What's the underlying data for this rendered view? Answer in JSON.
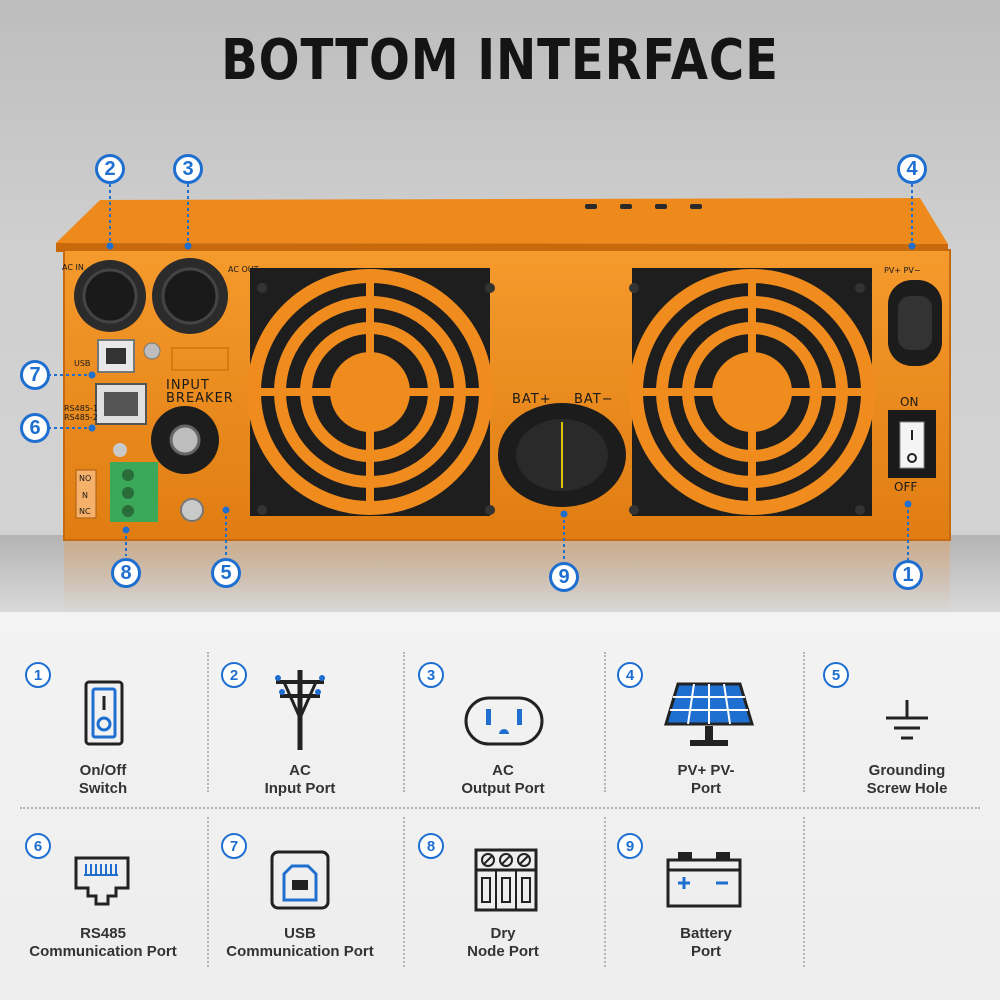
{
  "title": "BOTTOM INTERFACE",
  "device_labels": {
    "ac_in": "AC IN",
    "ac_out": "AC OUT",
    "usb": "USB",
    "rs485_1": "RS485-1",
    "rs485_2": "RS485-2",
    "input_breaker_line1": "INPUT",
    "input_breaker_line2": "BREAKER",
    "no": "NO",
    "n": "N",
    "nc": "NC",
    "bat_plus": "BAT+",
    "bat_minus": "BAT−",
    "pv": "PV+  PV−",
    "on": "ON",
    "off": "OFF"
  },
  "callouts": [
    "1",
    "2",
    "3",
    "4",
    "5",
    "6",
    "7",
    "8",
    "9"
  ],
  "colors": {
    "accent": "#1f6fd1",
    "device_orange": "#f08c1e",
    "title": "#141414"
  },
  "legend": [
    {
      "num": "1",
      "icon": "switch-icon",
      "line1": "On/Off",
      "line2": "Switch"
    },
    {
      "num": "2",
      "icon": "power-pole-icon",
      "line1": "AC",
      "line2": "Input Port"
    },
    {
      "num": "3",
      "icon": "outlet-icon",
      "line1": "AC",
      "line2": "Output Port"
    },
    {
      "num": "4",
      "icon": "solar-panel-icon",
      "line1": "PV+ PV-",
      "line2": "Port"
    },
    {
      "num": "5",
      "icon": "ground-icon",
      "line1": "Grounding",
      "line2": "Screw Hole"
    },
    {
      "num": "6",
      "icon": "rj45-icon",
      "line1": "RS485",
      "line2": "Communication Port"
    },
    {
      "num": "7",
      "icon": "usb-icon",
      "line1": "USB",
      "line2": "Communication Port"
    },
    {
      "num": "8",
      "icon": "terminal-block-icon",
      "line1": "Dry",
      "line2": "Node Port"
    },
    {
      "num": "9",
      "icon": "battery-icon",
      "line1": "Battery",
      "line2": "Port"
    }
  ]
}
